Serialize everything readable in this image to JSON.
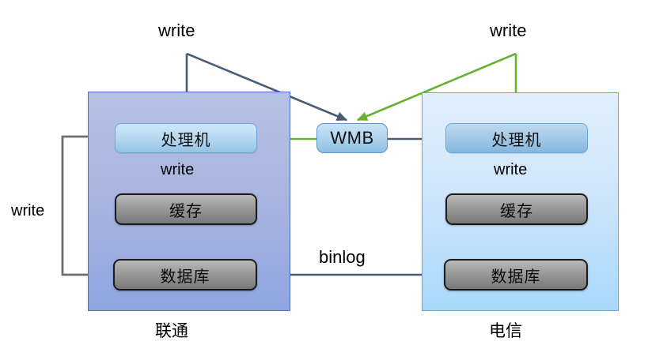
{
  "diagram": {
    "title": "unicom-telecom-dual-write-architecture",
    "colors": {
      "arrow_dark": "#4a5b78",
      "arrow_green": "#66b032",
      "arrow_gray": "#6e6e6e",
      "panel_unicom_fill": "#aab6e0",
      "panel_unicom_border": "#4d6fc4",
      "panel_telecom_fill": "#cfe6fb",
      "panel_telecom_border": "#5fa9e8",
      "proc_fill": "#bcdcf2",
      "store_fill": "#9d9d9d",
      "text": "#000000"
    }
  },
  "panels": [
    {
      "id": "unicom",
      "caption": "联通",
      "nodes": {
        "processor": "处理机",
        "cache": "缓存",
        "database": "数据库"
      },
      "inner_label": "write"
    },
    {
      "id": "telecom",
      "caption": "电信",
      "nodes": {
        "processor": "处理机",
        "cache": "缓存",
        "database": "数据库"
      },
      "inner_label": "write"
    }
  ],
  "broker": {
    "label": "WMB"
  },
  "labels": {
    "write_top_left": "write",
    "write_top_right": "write",
    "write_left_side": "write",
    "write_unicom_inner": "write",
    "write_telecom_inner": "write",
    "binlog": "binlog"
  },
  "edges": [
    {
      "name": "write-top-left-to-unicom-processor",
      "from": "write (top-left)",
      "to": "处理机 (联通)",
      "color": "#4a5b78"
    },
    {
      "name": "write-top-left-to-wmb",
      "from": "write (top-left)",
      "to": "WMB",
      "color": "#4a5b78"
    },
    {
      "name": "write-top-right-to-telecom-processor",
      "from": "write (top-right)",
      "to": "处理机 (电信)",
      "color": "#66b032"
    },
    {
      "name": "write-top-right-to-wmb",
      "from": "write (top-right)",
      "to": "WMB",
      "color": "#66b032"
    },
    {
      "name": "wmb-to-unicom-processor",
      "from": "WMB",
      "to": "处理机 (联通)",
      "color": "#66b032"
    },
    {
      "name": "wmb-to-telecom-processor",
      "from": "WMB",
      "to": "处理机 (电信)",
      "color": "#4a5b78"
    },
    {
      "name": "unicom-processor-to-cache-dark",
      "from": "处理机 (联通)",
      "to": "缓存 (联通)",
      "color": "#4a5b78"
    },
    {
      "name": "unicom-processor-to-cache-green",
      "from": "处理机 (联通)",
      "to": "缓存 (联通)",
      "color": "#66b032"
    },
    {
      "name": "telecom-processor-to-cache-green",
      "from": "处理机 (电信)",
      "to": "缓存 (电信)",
      "color": "#66b032"
    },
    {
      "name": "telecom-processor-to-cache-dark",
      "from": "处理机 (电信)",
      "to": "缓存 (电信)",
      "color": "#4a5b78"
    },
    {
      "name": "unicom-processor-to-database",
      "from": "处理机 (联通)",
      "to": "数据库 (联通)",
      "color": "#6e6e6e",
      "label": "write"
    },
    {
      "name": "unicom-database-to-telecom-database",
      "from": "数据库 (联通)",
      "to": "数据库 (电信)",
      "color": "#4a5b78",
      "label": "binlog"
    }
  ]
}
